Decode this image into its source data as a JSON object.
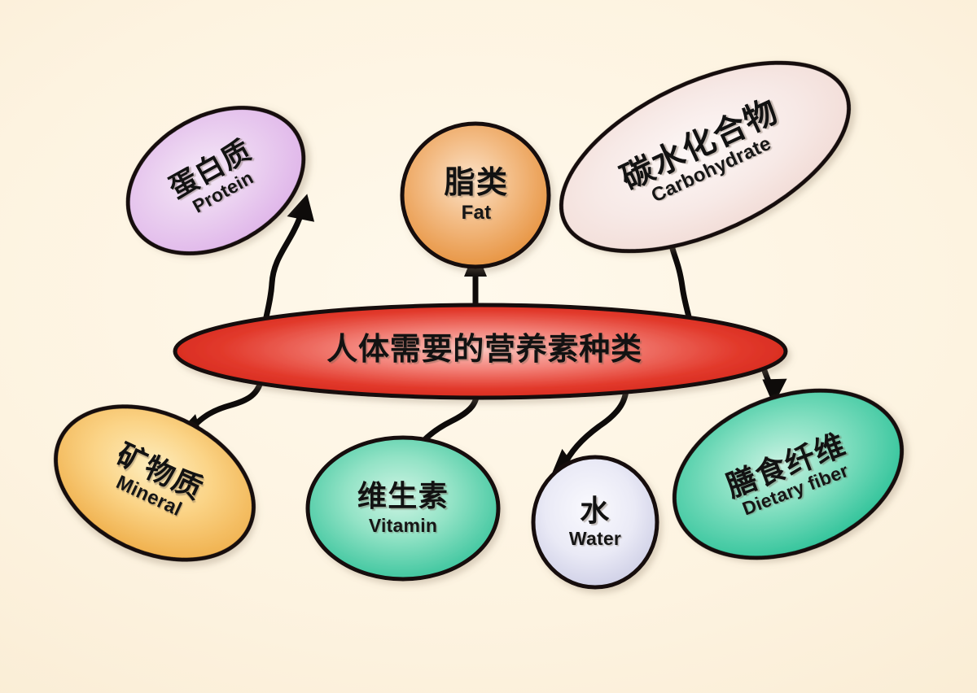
{
  "diagram": {
    "title_cn": "人体需要的营养素种类",
    "background_color": "#FAF0DC",
    "stroke_color": "#16100E",
    "center": {
      "label_cn": "人体需要的营养素种类",
      "shape": "ellipse",
      "fill_center": "#F79B92",
      "fill_edge": "#D9261C"
    },
    "nodes": [
      {
        "id": "protein",
        "label_cn": "蛋白质",
        "label_en": "Protein",
        "shape": "ellipse",
        "fill_center": "#F0DCF4",
        "fill_edge": "#DDAEE8",
        "rotation_deg": -29
      },
      {
        "id": "fat",
        "label_cn": "脂类",
        "label_en": "Fat",
        "shape": "ellipse",
        "fill_center": "#F6CEA4",
        "fill_edge": "#E8903C",
        "rotation_deg": 0
      },
      {
        "id": "carbohydrate",
        "label_cn": "碳水化合物",
        "label_en": "Carbohydrate",
        "shape": "ellipse",
        "fill_center": "#FBF2F0",
        "fill_edge": "#F0D8D2",
        "rotation_deg": -25
      },
      {
        "id": "mineral",
        "label_cn": "矿物质",
        "label_en": "Mineral",
        "shape": "ellipse",
        "fill_center": "#FBD88E",
        "fill_edge": "#EFA93E",
        "rotation_deg": 25
      },
      {
        "id": "vitamin",
        "label_cn": "维生素",
        "label_en": "Vitamin",
        "shape": "ellipse",
        "fill_center": "#9BE6CB",
        "fill_edge": "#27BE95",
        "rotation_deg": 0
      },
      {
        "id": "water",
        "label_cn": "水",
        "label_en": "Water",
        "shape": "circle",
        "fill_center": "#EFEFF8",
        "fill_edge": "#C7C8E2",
        "rotation_deg": 0
      },
      {
        "id": "dietary-fiber",
        "label_cn": "膳食纤维",
        "label_en": "Dietary fiber",
        "shape": "ellipse",
        "fill_center": "#8FE3C6",
        "fill_edge": "#1FBD92",
        "rotation_deg": -21
      }
    ],
    "connectors": [
      {
        "from": "center",
        "to": "protein",
        "style": "curved-arrow"
      },
      {
        "from": "center",
        "to": "fat",
        "style": "straight-arrow"
      },
      {
        "from": "center",
        "to": "carbohydrate",
        "style": "curved-arrow"
      },
      {
        "from": "center",
        "to": "mineral",
        "style": "curved-arrow"
      },
      {
        "from": "center",
        "to": "vitamin",
        "style": "curved-arrow"
      },
      {
        "from": "center",
        "to": "water",
        "style": "curved-arrow"
      },
      {
        "from": "center",
        "to": "dietary-fiber",
        "style": "short-arrow"
      }
    ]
  }
}
